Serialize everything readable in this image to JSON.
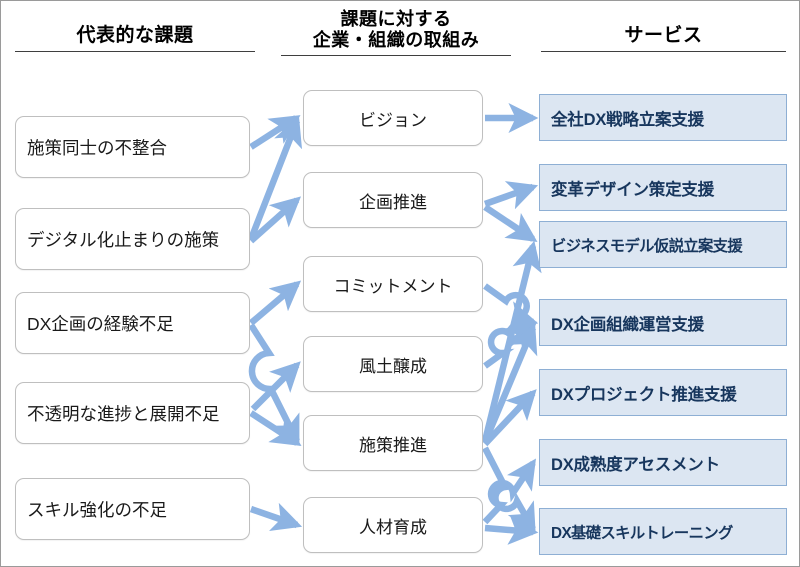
{
  "diagram": {
    "title_left": "代表的な課題",
    "title_middle_line1": "課題に対する",
    "title_middle_line2": "企業・組織の取組み",
    "title_right": "サービス",
    "colors": {
      "arrow": "#8db3e2",
      "service_fill": "#dce6f2",
      "service_border": "#8eafd4",
      "service_text": "#17365d",
      "box_border": "#bfbfbf",
      "frame": "#9a9a9a",
      "rule": "#3f3f3f"
    }
  },
  "issues": [
    {
      "id": "issue-1",
      "label": "施策同士の不整合"
    },
    {
      "id": "issue-2",
      "label": "デジタル化止まりの施策"
    },
    {
      "id": "issue-3",
      "label": "DX企画の経験不足"
    },
    {
      "id": "issue-4",
      "label": "不透明な進捗と展開不足"
    },
    {
      "id": "issue-5",
      "label": "スキル強化の不足"
    }
  ],
  "efforts": [
    {
      "id": "effort-1",
      "label": "ビジョン"
    },
    {
      "id": "effort-2",
      "label": "企画推進"
    },
    {
      "id": "effort-3",
      "label": "コミットメント"
    },
    {
      "id": "effort-4",
      "label": "風土醸成"
    },
    {
      "id": "effort-5",
      "label": "施策推進"
    },
    {
      "id": "effort-6",
      "label": "人材育成"
    }
  ],
  "services": [
    {
      "id": "service-1",
      "label": "全社DX戦略立案支援"
    },
    {
      "id": "service-2",
      "label": "変革デザイン策定支援"
    },
    {
      "id": "service-3",
      "label": "ビジネスモデル仮説立案支援"
    },
    {
      "id": "service-4",
      "label": "DX企画組織運営支援"
    },
    {
      "id": "service-5",
      "label": "DXプロジェクト推進支援"
    },
    {
      "id": "service-6",
      "label": "DX成熟度アセスメント"
    },
    {
      "id": "service-7",
      "label": "DX基礎スキルトレーニング"
    }
  ],
  "connections": [
    {
      "from": "issue-1",
      "to": "effort-1"
    },
    {
      "from": "issue-2",
      "to": "effort-1"
    },
    {
      "from": "issue-2",
      "to": "effort-2"
    },
    {
      "from": "issue-3",
      "to": "effort-3"
    },
    {
      "from": "issue-3",
      "to": "effort-5"
    },
    {
      "from": "issue-4",
      "to": "effort-4"
    },
    {
      "from": "issue-4",
      "to": "effort-5"
    },
    {
      "from": "issue-5",
      "to": "effort-6"
    },
    {
      "from": "effort-1",
      "to": "service-1"
    },
    {
      "from": "effort-2",
      "to": "service-2"
    },
    {
      "from": "effort-2",
      "to": "service-3"
    },
    {
      "from": "effort-3",
      "to": "service-4"
    },
    {
      "from": "effort-4",
      "to": "service-4"
    },
    {
      "from": "effort-5",
      "to": "service-3"
    },
    {
      "from": "effort-5",
      "to": "service-4"
    },
    {
      "from": "effort-5",
      "to": "service-5"
    },
    {
      "from": "effort-5",
      "to": "service-7"
    },
    {
      "from": "effort-6",
      "to": "service-6"
    },
    {
      "from": "effort-6",
      "to": "service-7"
    }
  ]
}
